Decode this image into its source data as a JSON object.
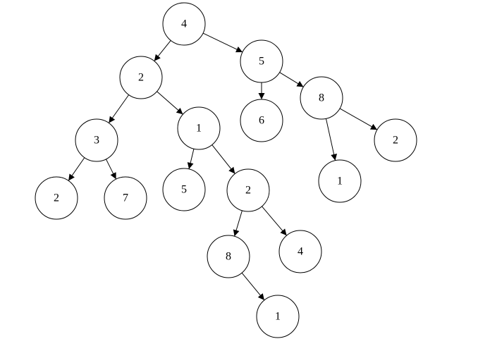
{
  "tree": {
    "nodes": [
      {
        "id": "n_root",
        "label": "4"
      },
      {
        "id": "n_l",
        "label": "2"
      },
      {
        "id": "n_r",
        "label": "5"
      },
      {
        "id": "n_ll",
        "label": "3"
      },
      {
        "id": "n_lr",
        "label": "1"
      },
      {
        "id": "n_rl",
        "label": "6"
      },
      {
        "id": "n_rr",
        "label": "8"
      },
      {
        "id": "n_lll",
        "label": "2"
      },
      {
        "id": "n_llr",
        "label": "7"
      },
      {
        "id": "n_lrl",
        "label": "5"
      },
      {
        "id": "n_lrr",
        "label": "2"
      },
      {
        "id": "n_rrl",
        "label": "1"
      },
      {
        "id": "n_rrr",
        "label": "2"
      },
      {
        "id": "n_lrrl",
        "label": "8"
      },
      {
        "id": "n_lrrr",
        "label": "4"
      },
      {
        "id": "n_lrrlr",
        "label": "1"
      }
    ],
    "edges": [
      {
        "from": "n_root",
        "to": "n_l"
      },
      {
        "from": "n_root",
        "to": "n_r"
      },
      {
        "from": "n_l",
        "to": "n_ll"
      },
      {
        "from": "n_l",
        "to": "n_lr"
      },
      {
        "from": "n_r",
        "to": "n_rl"
      },
      {
        "from": "n_r",
        "to": "n_rr"
      },
      {
        "from": "n_ll",
        "to": "n_lll"
      },
      {
        "from": "n_ll",
        "to": "n_llr"
      },
      {
        "from": "n_lr",
        "to": "n_lrl"
      },
      {
        "from": "n_lr",
        "to": "n_lrr"
      },
      {
        "from": "n_rr",
        "to": "n_rrl"
      },
      {
        "from": "n_rr",
        "to": "n_rrr"
      },
      {
        "from": "n_lrr",
        "to": "n_lrrl"
      },
      {
        "from": "n_lrr",
        "to": "n_lrrr"
      },
      {
        "from": "n_lrrl",
        "to": "n_lrrlr"
      }
    ],
    "colors": {
      "stroke": "#000000",
      "fill": "#ffffff",
      "text": "#000000"
    }
  }
}
